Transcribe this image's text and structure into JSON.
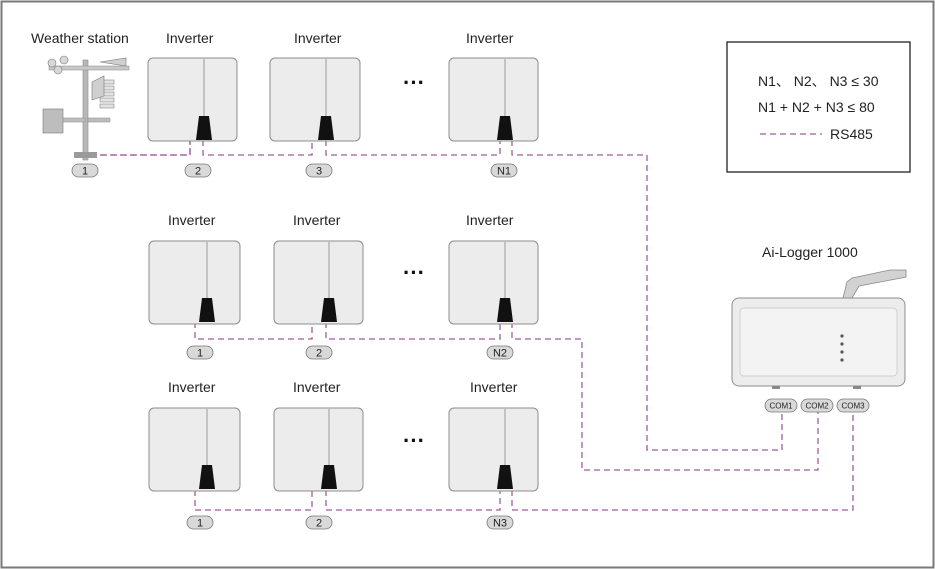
{
  "colors": {
    "frame": "#7a7a7a",
    "bus": "#a05ca0",
    "device_fill": "#ececec",
    "device_stroke": "#8c8c8c",
    "badge_fill": "#d9d9d9",
    "connector": "#111111",
    "text": "#222222"
  },
  "legend": {
    "line1": "N1、 N2、 N3 ≤ 30",
    "line2": "N1 + N2 + N3 ≤ 80",
    "rs485_label": "RS485"
  },
  "weather_station": {
    "label": "Weather station",
    "badge": "1"
  },
  "inverter_label": "Inverter",
  "ellipsis": "···",
  "logger": {
    "label": "Ai-Logger 1000",
    "ports": [
      "COM1",
      "COM2",
      "COM3"
    ]
  },
  "rows": [
    {
      "id": "row1",
      "badges": [
        "2",
        "3",
        "N1"
      ]
    },
    {
      "id": "row2",
      "badges": [
        "1",
        "2",
        "N2"
      ]
    },
    {
      "id": "row3",
      "badges": [
        "1",
        "2",
        "N3"
      ]
    }
  ]
}
